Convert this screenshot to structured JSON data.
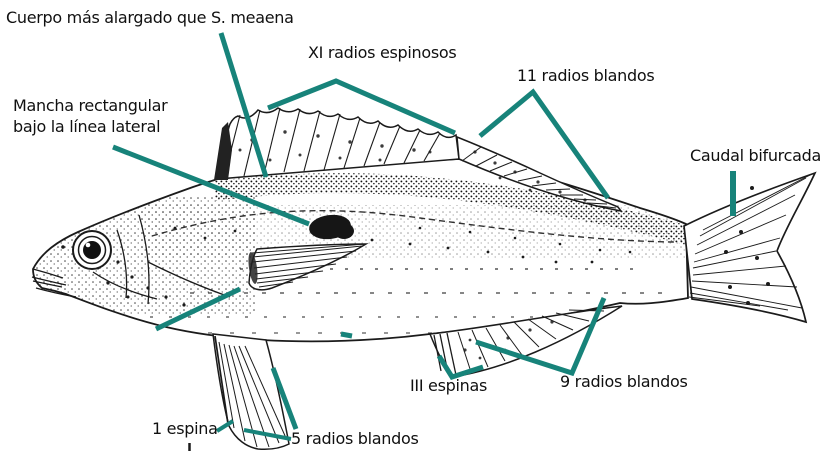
{
  "diagram": {
    "type": "fish-anatomy-annotated-drawing",
    "language": "es",
    "colors": {
      "annotation": "#17837a",
      "ink": "#1b1b1b",
      "background": "#ffffff",
      "blotch": "#161616"
    },
    "labels": {
      "body_shape": "Cuerpo más alargado que S. meaena",
      "dorsal_spiny_rays": "XI radios espinosos",
      "dorsal_soft_rays": "11 radios blandos",
      "lateral_blotch": "Mancha rectangular\nbajo la línea lateral",
      "caudal_fin": "Caudal bifurcada",
      "anal_spines": "III espinas",
      "anal_soft_rays": "9 radios blandos",
      "pelvic_spine": "1 espina",
      "pelvic_soft_rays": "5 radios blandos"
    }
  }
}
